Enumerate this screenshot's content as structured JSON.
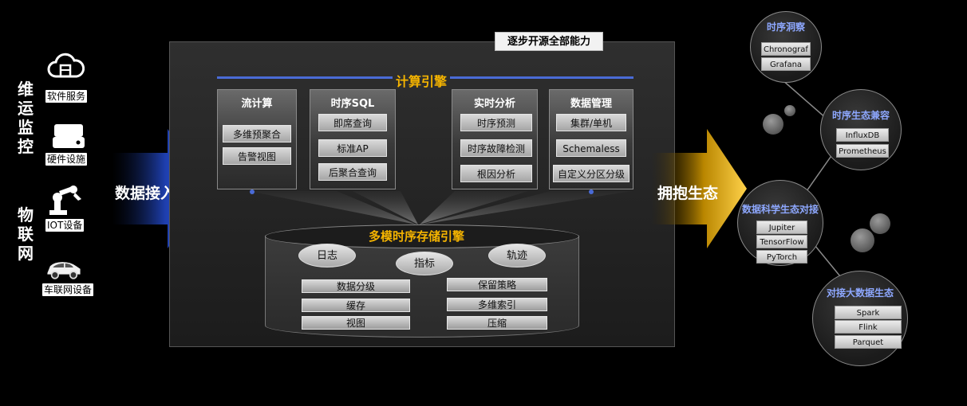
{
  "left": {
    "group_ops": "维运监控",
    "group_iot": "物联网",
    "devices": [
      {
        "label": "软件服务",
        "icon": "cloud-icon"
      },
      {
        "label": "硬件设施",
        "icon": "server-icon"
      },
      {
        "label": "IOT设备",
        "icon": "robot-arm-icon"
      },
      {
        "label": "车联网设备",
        "icon": "car-icon"
      }
    ],
    "ingest_label": "数据接入"
  },
  "right_label": "拥抱生态",
  "panel": {
    "badge": "逐步开源全部能力",
    "compute_title": "计算引擎",
    "columns": [
      {
        "title": "流计算",
        "items": [
          "多维预聚合",
          "告警视图"
        ]
      },
      {
        "title": "时序SQL",
        "items": [
          "即席查询",
          "标准AP",
          "后聚合查询"
        ]
      },
      {
        "title": "实时分析",
        "items": [
          "时序预测",
          "时序故障检测",
          "根因分析"
        ]
      },
      {
        "title": "数据管理",
        "items": [
          "集群/单机",
          "Schemaless",
          "自定义分区分级"
        ]
      }
    ],
    "storage": {
      "title": "多模时序存储引擎",
      "ovals": [
        "日志",
        "指标",
        "轨迹"
      ],
      "left_rows": [
        "数据分级",
        "缓存",
        "视图"
      ],
      "right_rows": [
        "保留策略",
        "多维索引",
        "压缩"
      ]
    }
  },
  "ecosystem": [
    {
      "title": "时序洞察",
      "tags": [
        "Chronograf",
        "Grafana"
      ]
    },
    {
      "title": "时序生态兼容",
      "tags": [
        "InfluxDB",
        "Prometheus"
      ]
    },
    {
      "title": "数据科学生态对接",
      "tags": [
        "Jupiter",
        "TensorFlow",
        "PyTorch"
      ]
    },
    {
      "title": "对接大数据生态",
      "tags": [
        "Spark",
        "Flink",
        "Parquet"
      ]
    }
  ],
  "colors": {
    "accent_blue": "#4a6bd6",
    "accent_gold": "#f5b400",
    "circle_title": "#8ea8ff"
  }
}
